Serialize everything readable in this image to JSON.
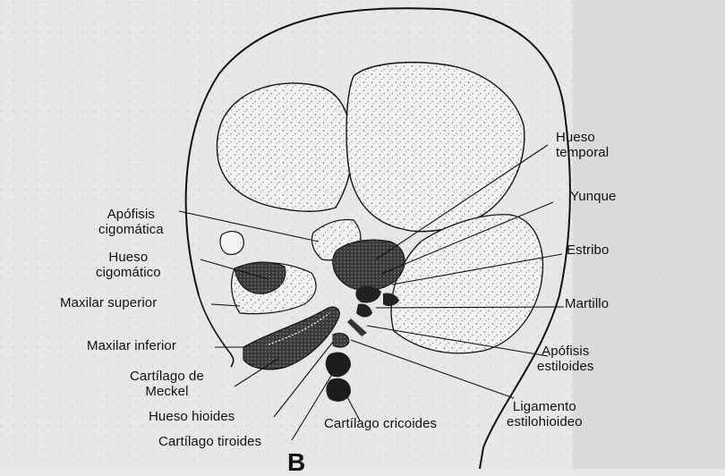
{
  "figure": {
    "panel_letter": "B",
    "labels": {
      "hueso_temporal": [
        "Hueso",
        "temporal"
      ],
      "yunque": "Yunque",
      "estribo": "Estribo",
      "martillo": "Martillo",
      "apofisis_estiloides": [
        "Apófisis",
        "estiloides"
      ],
      "ligamento_estilohioideo": [
        "Ligamento",
        "estilohioideo"
      ],
      "cartilago_cricoides": "Cartílago cricoides",
      "cartilago_tiroides": "Cartílago tiroides",
      "hueso_hioides": "Hueso hioides",
      "cartilago_meckel": [
        "Cartílago de",
        "Meckel"
      ],
      "maxilar_inferior": "Maxilar inferior",
      "maxilar_superior": "Maxilar superior",
      "hueso_cigomatico": [
        "Hueso",
        "cigomático"
      ],
      "apofisis_cigomatica": [
        "Apófisis",
        "cigomática"
      ]
    }
  }
}
